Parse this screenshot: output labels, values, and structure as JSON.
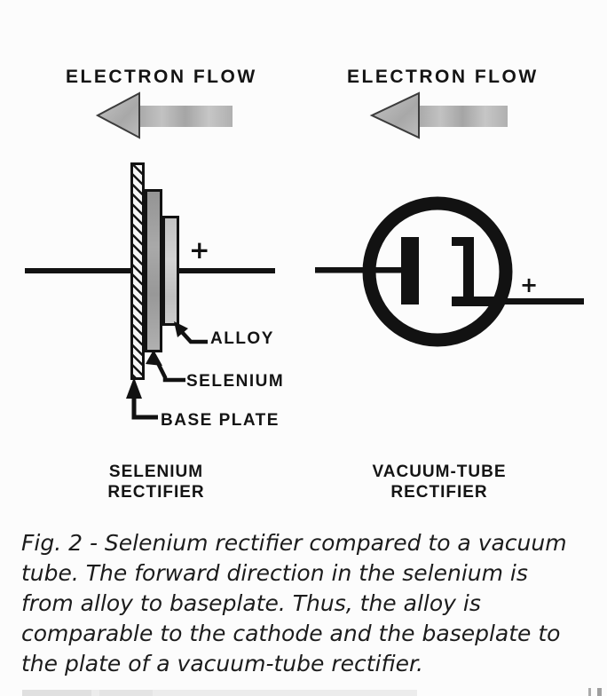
{
  "figure": {
    "selenium_panel": {
      "flow_label": "ELECTRON FLOW",
      "polarity": "+",
      "callouts": {
        "alloy": "ALLOY",
        "selenium": "SELENIUM",
        "base_plate": "BASE PLATE"
      },
      "caption": {
        "line1": "SELENIUM",
        "line2": "RECTIFIER"
      }
    },
    "vacuum_panel": {
      "flow_label": "ELECTRON FLOW",
      "polarity": "+",
      "caption": {
        "line1": "VACUUM-TUBE",
        "line2": "RECTIFIER"
      }
    },
    "icons": {
      "flow_arrow": "thick-left-pointing-arrow",
      "tube_symbol": "vacuum-tube-diode-circle-symbol",
      "callout_arrows": "black-leader-arrows"
    },
    "colors": {
      "ink": "#161616",
      "arrow_fill": "#b7b7b7",
      "selenium_fill": "#9f9f9f",
      "alloy_fill": "#c8c8c8",
      "background": "#fcfcfc"
    }
  },
  "caption": {
    "lines": [
      "Fig. 2 - Selenium rectifier compared to a vacuum",
      "tube. The forward direction in the selenium is",
      "from alloy to baseplate. Thus, the alloy is",
      "comparable to the cathode and the baseplate to",
      "the plate of a vacuum-tube rectifier."
    ]
  }
}
